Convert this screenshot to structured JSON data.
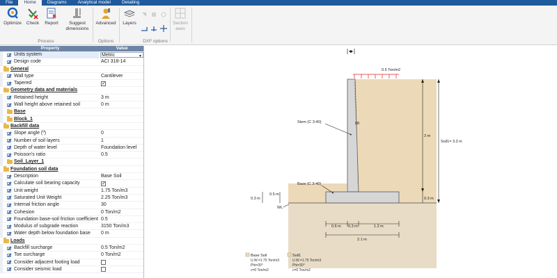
{
  "tabs": [
    {
      "label": "File"
    },
    {
      "label": "Home"
    },
    {
      "label": "Diagrams"
    },
    {
      "label": "Analytical model"
    },
    {
      "label": "Detailing"
    }
  ],
  "ribbon": {
    "optimize": "Optimize",
    "check": "Check",
    "report": "Report",
    "suggest_line1": "Suggest",
    "suggest_line2": "dimensions",
    "advanced": "Advanced",
    "layers": "Layers",
    "section_line1": "Section",
    "section_line2": "axes",
    "groups": {
      "process": "Process",
      "options": "Options",
      "dxf": "DXF options"
    }
  },
  "grid": {
    "header_property": "Property",
    "header_value": "Value",
    "units_system": "Units system",
    "units_value": "Metric",
    "design_code": "Design code",
    "design_code_value": "ACI 318-14",
    "general": "General",
    "wall_type": "Wall type",
    "wall_type_value": "Cantilever",
    "tapered": "Tapered",
    "geometry": "Geometry data and materials",
    "retained_height": "Retained height",
    "retained_height_value": "3  m",
    "wall_height_above": "Wall height above retained soil",
    "wall_height_above_value": "0  m",
    "base": "Base",
    "block": "Block_1",
    "backfill": "Backfill data",
    "slope_angle": "Slope angle (º)",
    "slope_angle_value": "0",
    "soil_layers": "Number of soil layers",
    "soil_layers_value": "1",
    "water_depth": "Depth of water level",
    "water_depth_value": "Foundation level",
    "poisson": "Poisson's ratio",
    "poisson_value": "0.5",
    "soil_layer": "Soil_Layer_1",
    "foundation": "Foundation soil data",
    "description": "Description",
    "description_value": "Base Soil",
    "calc_bearing": "Calculate soil bearing capacity",
    "unit_weight": "Unit weight",
    "unit_weight_value": "1.75  Ton/m3",
    "sat_weight": "Saturated Unit Weight",
    "sat_weight_value": "2.25  Ton/m3",
    "friction_angle": "Internal friction angle",
    "friction_angle_value": "30",
    "cohesion": "Cohesion",
    "cohesion_value": "0  Ton/m2",
    "friction_coef": "Foundation base-soil friction coefficient",
    "friction_coef_value": "0.5",
    "modulus": "Modulus of subgrade reaction",
    "modulus_value": "3150  Ton/m3",
    "water_below": "Water depth below foundation base",
    "water_below_value": "0  m",
    "loads": "Loads",
    "backfill_surcharge": "Backfill surcharge",
    "backfill_surcharge_value": "0.5  Ton/m2",
    "toe_surcharge": "Toe surcharge",
    "toe_surcharge_value": "0  Ton/m2",
    "adjacent_footing": "Consider adjacent footing load",
    "seismic": "Consider seismic load"
  },
  "drawing": {
    "surcharge": "0.5 Ton/m2",
    "stem": "Stem (C 3-40)",
    "stem_angle": "88",
    "base": "Base (C 3-40)",
    "soil_height": "Soil1= 3.3 m",
    "dim_3m": "3 m",
    "dim_03m_right": "0.3 m",
    "dim_05m": "0.5 m",
    "dim_03m_left": "0.3 m",
    "wl": "WL",
    "dim_06m": "0.6 m",
    "dim_03m_stem": "0.3 m",
    "dim_12m": "1.2 m",
    "dim_21m": "2.1 m",
    "legend": [
      {
        "name": "Base Soil",
        "l1": "U.W.=1.75 Ton/m3",
        "l2": "Phi=30°",
        "l3": "c=0 Ton/m2"
      },
      {
        "name": "Soil1",
        "l1": "U.W.=1.75 Ton/m3",
        "l2": "Phi=30°",
        "l3": "c=0 Ton/m2"
      }
    ]
  },
  "colors": {
    "ribbon_blue": "#1f5a9c",
    "backfill": "#ecd9b8",
    "base_soil": "#e8dcc6",
    "concrete": "#d6d6d6",
    "surcharge": "#e02020"
  }
}
